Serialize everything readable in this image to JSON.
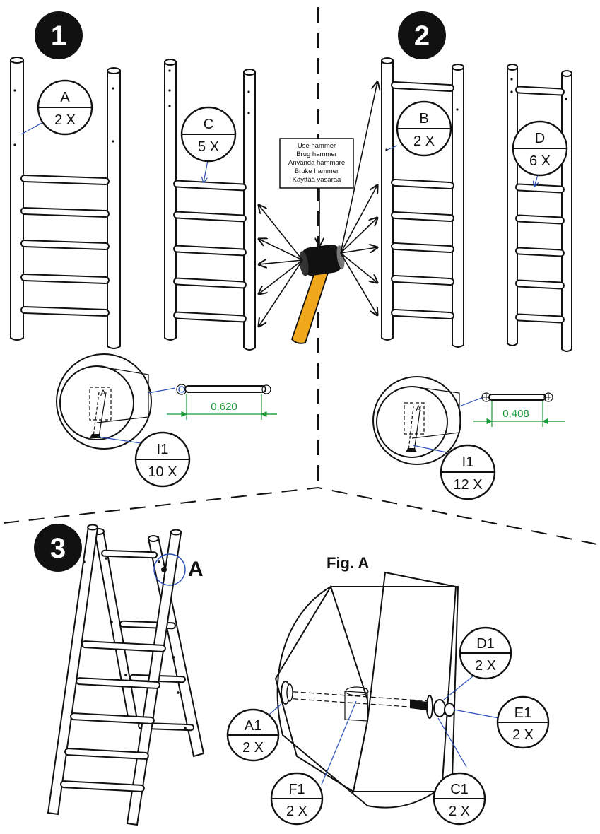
{
  "steps": {
    "step1": "1",
    "step2": "2",
    "step3": "3"
  },
  "parts": {
    "A": {
      "code": "A",
      "qty": "2 X"
    },
    "C": {
      "code": "C",
      "qty": "5 X"
    },
    "B": {
      "code": "B",
      "qty": "2 X"
    },
    "D": {
      "code": "D",
      "qty": "6 X"
    },
    "I1_step1": {
      "code": "I1",
      "qty": "10 X"
    },
    "I1_step2": {
      "code": "I1",
      "qty": "12 X"
    },
    "A1": {
      "code": "A1",
      "qty": "2 X"
    },
    "D1": {
      "code": "D1",
      "qty": "2 X"
    },
    "E1": {
      "code": "E1",
      "qty": "2 X"
    },
    "F1": {
      "code": "F1",
      "qty": "2 X"
    },
    "C1": {
      "code": "C1",
      "qty": "2 X"
    }
  },
  "hammer_note": {
    "lines": [
      "Use hammer",
      "Brug hammer",
      "Använda hammare",
      "Bruke hammer",
      "Käyttää vasaraa"
    ]
  },
  "dimensions": {
    "step1": "0,620",
    "step2": "0,408"
  },
  "detail": {
    "callout_letter": "A",
    "fig_title": "Fig. A"
  },
  "colors": {
    "leader": "#2a4fb8",
    "dimension": "#1a9a3a",
    "hammer_handle": "#f2a81d"
  }
}
